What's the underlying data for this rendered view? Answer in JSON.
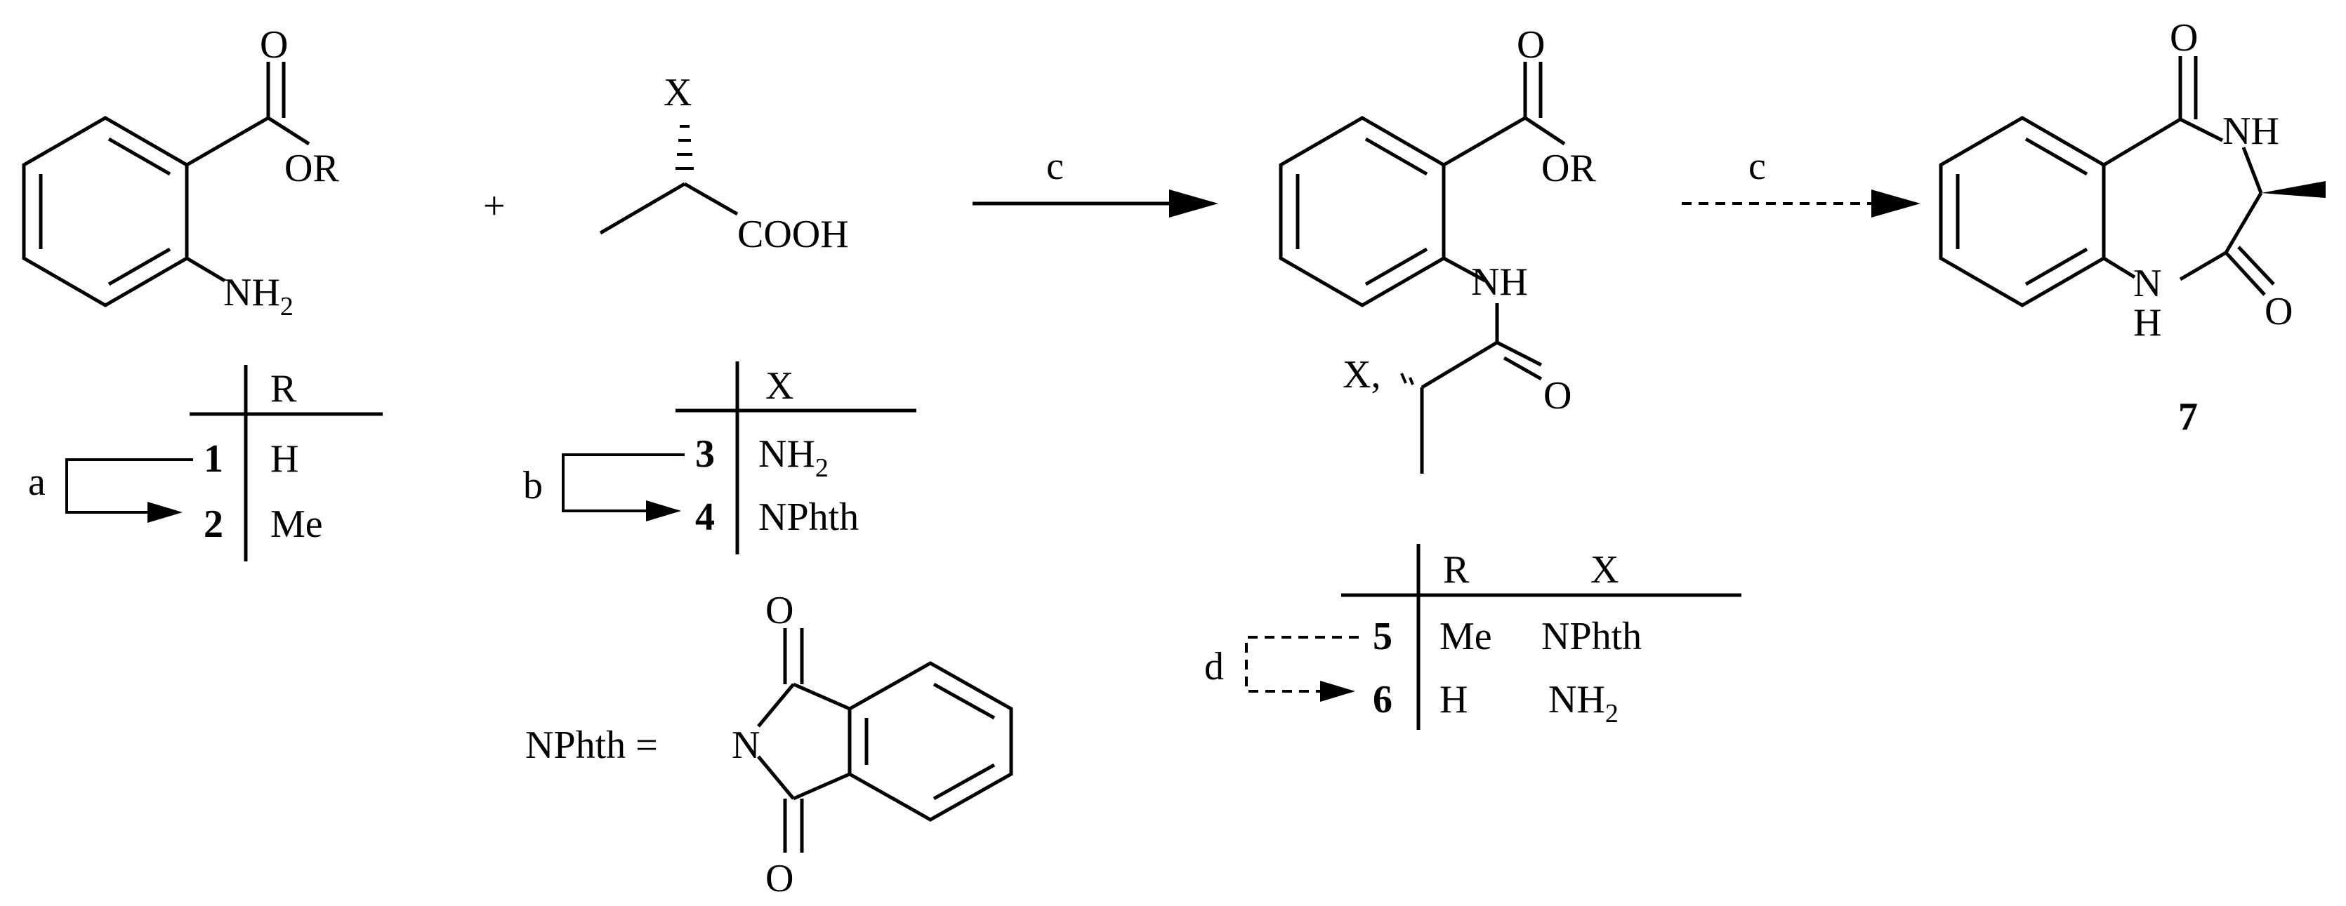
{
  "atoms": {
    "O": "O",
    "OR": "OR",
    "NH2": "NH",
    "NH2_sub": "2",
    "X": "X",
    "COOH": "COOH",
    "NH": "NH",
    "N": "N",
    "H": "H",
    "plus": "+"
  },
  "reagents": {
    "a": "a",
    "b": "b",
    "c": "c",
    "d": "d"
  },
  "compounds": {
    "c1": "1",
    "c2": "2",
    "c3": "3",
    "c4": "4",
    "c5": "5",
    "c6": "6",
    "c7": "7"
  },
  "tables": {
    "t12": {
      "header": "R",
      "rows": [
        "H",
        "Me"
      ]
    },
    "t34": {
      "header": "X",
      "rows": [
        "NH",
        "NPhth"
      ],
      "sub": "2"
    },
    "t56": {
      "header_r": "R",
      "header_x": "X",
      "rows_r": [
        "Me",
        "H"
      ],
      "rows_x": [
        "NPhth",
        "NH"
      ],
      "sub": "2"
    }
  },
  "definition": {
    "label": "NPhth ="
  }
}
